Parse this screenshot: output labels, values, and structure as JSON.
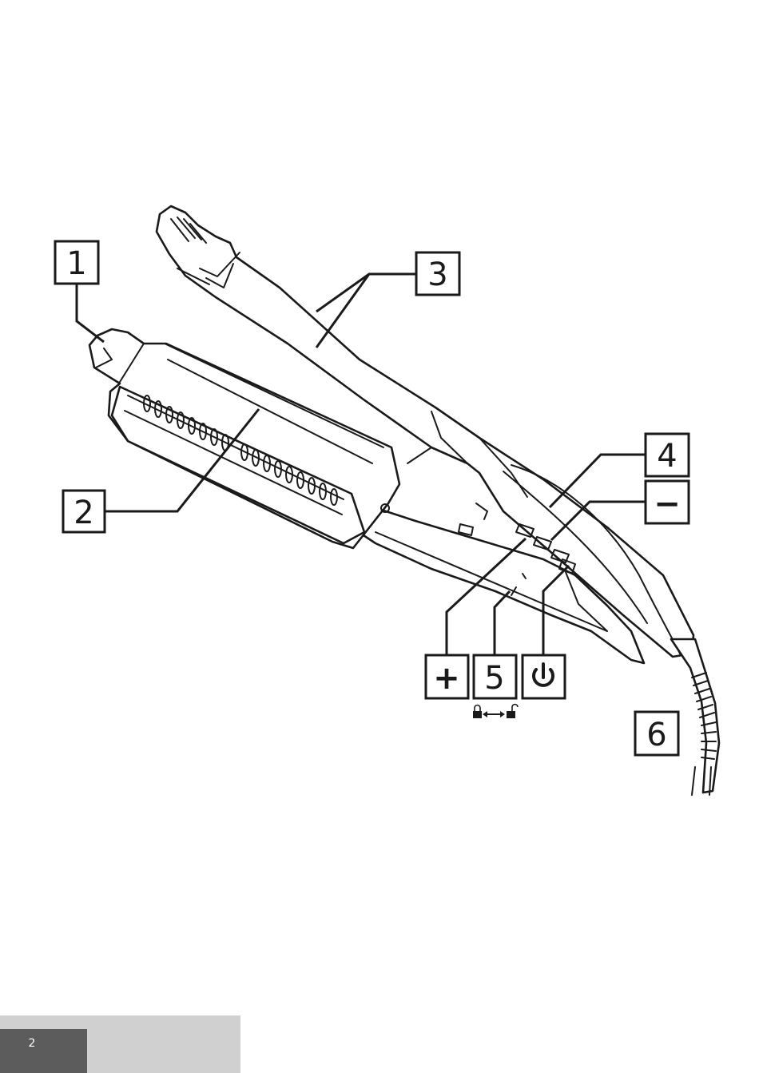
{
  "callouts": {
    "c1": "1",
    "c2": "2",
    "c3": "3",
    "c4": "4",
    "minus": "−",
    "plus": "+",
    "c5": "5",
    "c6": "6"
  },
  "icons": {
    "power": "power-icon",
    "lock": "lock-unlock-icon"
  },
  "footer": {
    "page_number": "2"
  },
  "colors": {
    "line": "#1a1a1a",
    "footer_light": "#d0d0d0",
    "footer_dark": "#5c5c5c"
  }
}
